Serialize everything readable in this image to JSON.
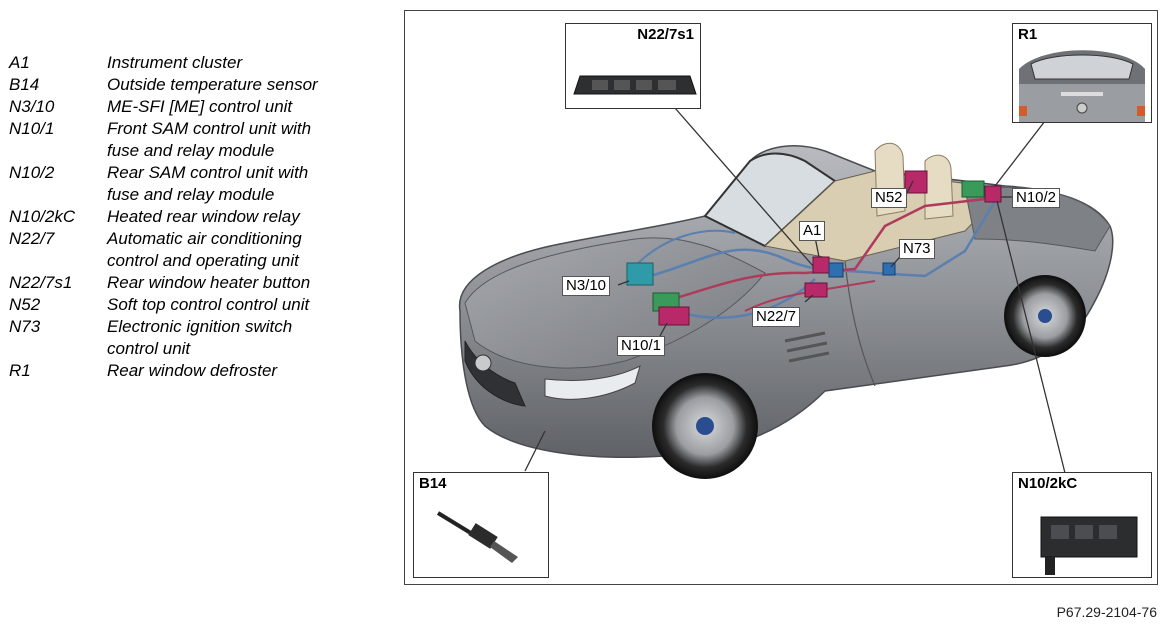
{
  "legend": [
    {
      "code": "A1",
      "desc": "Instrument cluster"
    },
    {
      "code": "B14",
      "desc": "Outside temperature sensor"
    },
    {
      "code": "N3/10",
      "desc": "ME-SFI [ME] control unit"
    },
    {
      "code": "N10/1",
      "desc": "Front SAM control unit with\nfuse and relay module"
    },
    {
      "code": "N10/2",
      "desc": "Rear SAM control unit with\nfuse and relay module"
    },
    {
      "code": "N10/2kC",
      "desc": "Heated rear window relay"
    },
    {
      "code": "N22/7",
      "desc": "Automatic air conditioning\ncontrol and operating unit"
    },
    {
      "code": "N22/7s1",
      "desc": "Rear window heater button"
    },
    {
      "code": "N52",
      "desc": "Soft top control control unit"
    },
    {
      "code": "N73",
      "desc": "Electronic ignition switch\ncontrol unit"
    },
    {
      "code": "R1",
      "desc": "Rear window defroster"
    }
  ],
  "insets": {
    "n22_7s1": "N22/7s1",
    "r1": "R1",
    "b14": "B14",
    "n10_2kc": "N10/2kC"
  },
  "tags": {
    "n52": "N52",
    "n10_2": "N10/2",
    "a1": "A1",
    "n73": "N73",
    "n3_10": "N3/10",
    "n22_7": "N22/7",
    "n10_1": "N10/1"
  },
  "reference": "P67.29-2104-76",
  "colors": {
    "car_body": "#8e9196",
    "harness_blue": "#5a7fb0",
    "harness_red": "#b03a5b",
    "unit_green": "#3a9a5a",
    "unit_magenta": "#b8296a"
  }
}
